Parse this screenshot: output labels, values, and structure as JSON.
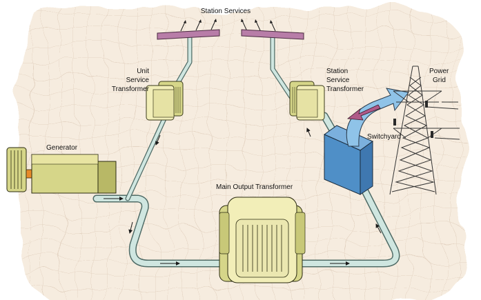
{
  "labels": {
    "station_services": "Station Services",
    "unit_service_transformer": [
      "Unit",
      "Service",
      "Transformer"
    ],
    "station_service_transformer": [
      "Station",
      "Service",
      "Transformer"
    ],
    "power_grid": [
      "Power",
      "Grid"
    ],
    "switchyard": "Switchyard",
    "generator": "Generator",
    "main_output_transformer": "Main Output Transformer"
  },
  "colors": {
    "grid_background": "#f6ecdf",
    "grid_lines": "#e8d9ca",
    "conduit_fill": "#cfe6e0",
    "conduit_stroke": "#4f6b66",
    "equipment_cream": "#f2eeb8",
    "equipment_olive": "#d6d689",
    "switchyard_blue": "#4f8fc7",
    "arrow_blue": "#8fc3e8",
    "arrow_pink": "#b05a88",
    "service_panel_pink": "#b87da8",
    "generator_orange": "#e88a2a",
    "tower_steel": "#333333"
  },
  "icons": [
    "generator-icon",
    "unit-service-transformer-icon",
    "station-service-transformer-icon",
    "main-output-transformer-icon",
    "switchyard-icon",
    "transmission-tower-icon",
    "flow-arrow-icon"
  ]
}
